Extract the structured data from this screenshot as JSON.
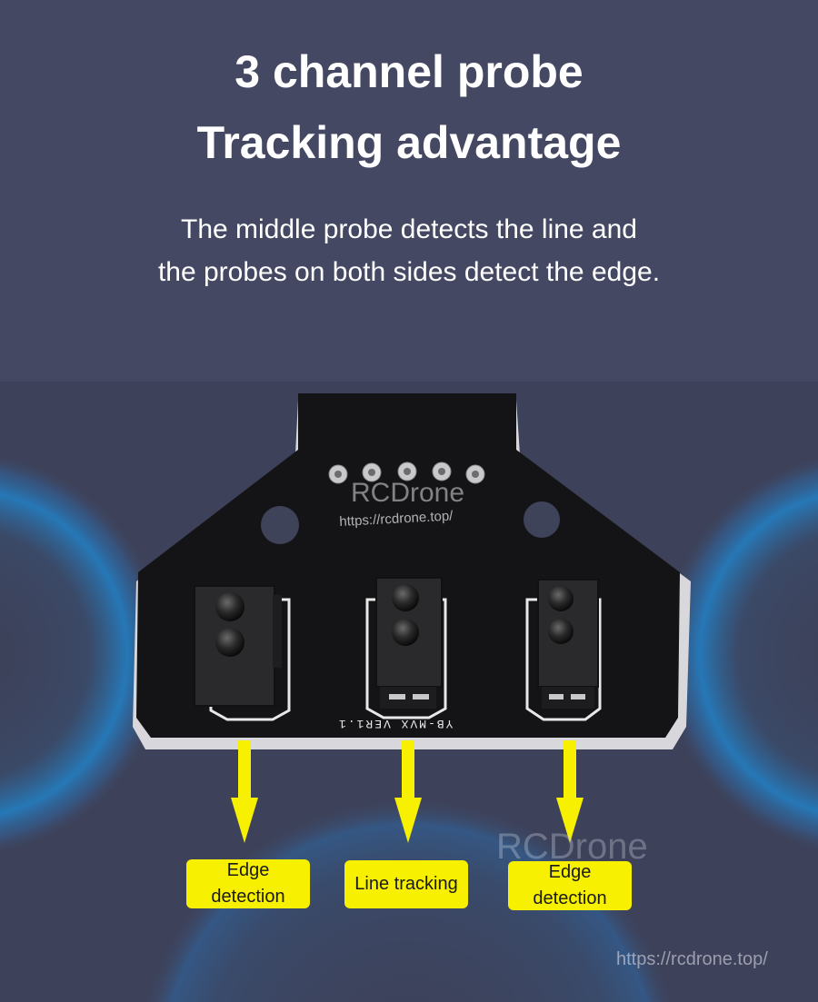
{
  "header": {
    "title_line1": "3 channel probe",
    "title_line2": "Tracking advantage",
    "subtitle_line1": "The middle probe detects the line and",
    "subtitle_line2": "the probes on both sides detect the edge."
  },
  "board": {
    "silkscreen_label": "YB-MVX VER1.1"
  },
  "callouts": [
    {
      "label": "Edge\ndetection"
    },
    {
      "label": "Line tracking"
    },
    {
      "label": "Edge\ndetection"
    }
  ],
  "watermarks": {
    "brand": "RCDrone",
    "url": "https://rcdrone.top/",
    "board_url": "https://rcdrone.top/"
  },
  "colors": {
    "background": "#444862",
    "ring": "#1b7fc4",
    "board": "#141416",
    "arrow": "#f7f000",
    "callout": "#f7f000"
  }
}
